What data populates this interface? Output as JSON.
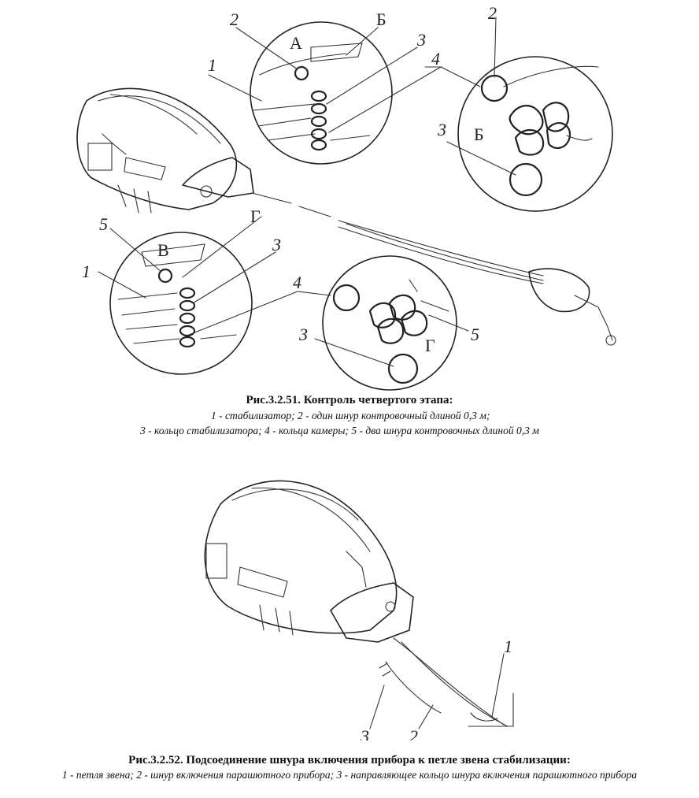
{
  "figure1": {
    "callouts": {
      "c1_top": "1",
      "c2_top": "2",
      "c3_top": "3",
      "c4_top": "4",
      "cA": "А",
      "cB": "Б",
      "c2_zoomB": "2",
      "c3_zoomB": "3",
      "cB_zoom": "Б",
      "c5_left": "5",
      "cV": "В",
      "c1_left": "1",
      "cG": "Г",
      "c3_mid": "3",
      "c4_mid": "4",
      "c3_zoomG": "3",
      "cG_zoom": "Г",
      "c5_zoomG": "5"
    },
    "caption_title": "Рис.3.2.51. Контроль четвертого этапа:",
    "caption_line1": "1 - стабилизатор; 2 - один шнур контровочный длиной 0,3 м;",
    "caption_line2": "3 - кольцо стабилизатора; 4 - кольца камеры; 5 - два шнура контровочных длиной 0,3 м"
  },
  "figure2": {
    "callouts": {
      "c1": "1",
      "c2": "2",
      "c3": "3"
    },
    "caption_title": "Рис.3.2.52. Подсоединение шнура включения прибора к петле звена стабилизации:",
    "caption_line1": "1 - петля звена; 2 - шнур включения парашютного прибора; 3 - направляющее кольцо шнура включения парашютного прибора"
  }
}
